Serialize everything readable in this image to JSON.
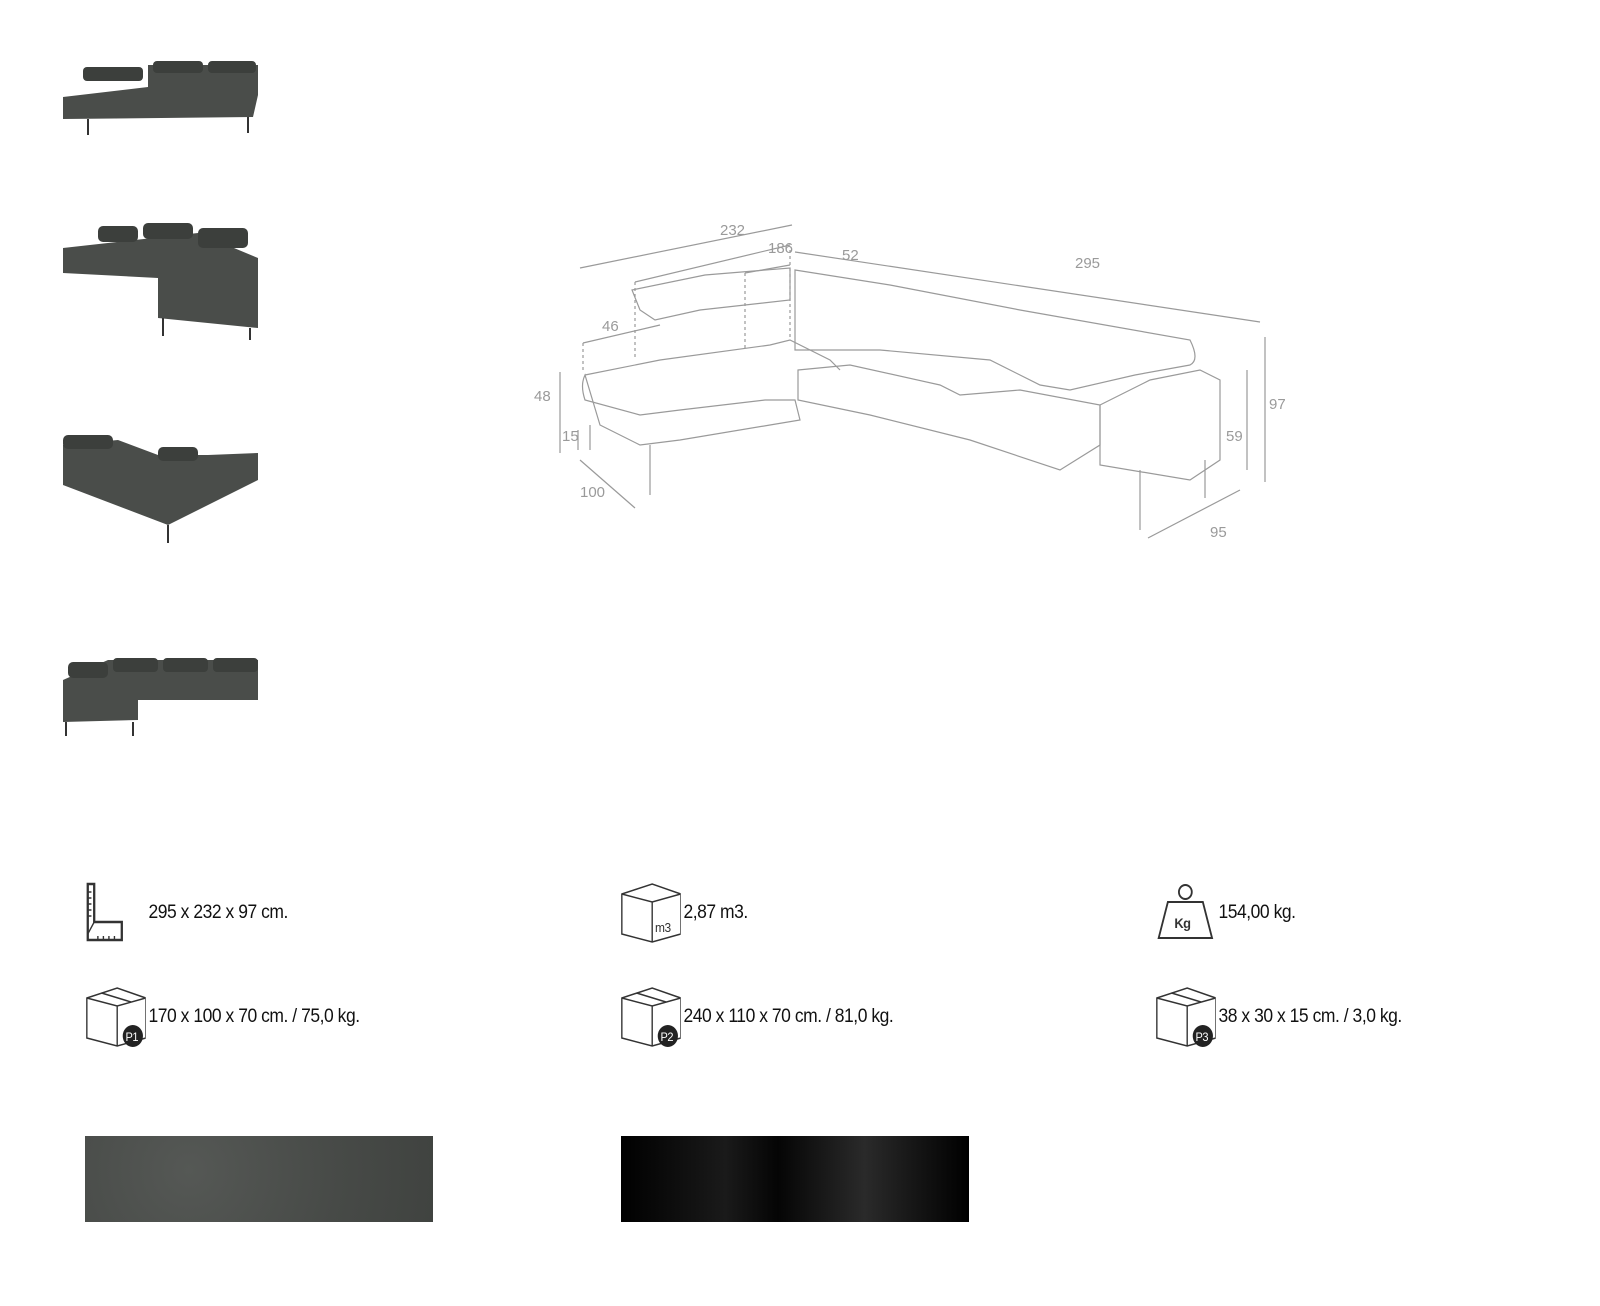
{
  "thumbnails": [
    {
      "label": "view-front-left"
    },
    {
      "label": "view-side"
    },
    {
      "label": "view-back"
    },
    {
      "label": "view-top-front"
    }
  ],
  "drawing": {
    "dimensions": {
      "total_width_left": "232",
      "inner_width": "186",
      "corner": "52",
      "total_width_right": "295",
      "headrest": "46",
      "seat_height": "48",
      "leg_height": "15",
      "depth_left": "100",
      "total_height": "97",
      "arm_height": "59",
      "depth_right": "95"
    }
  },
  "specs": {
    "dimensions": {
      "icon": "ruler-square-icon",
      "text": "295 x 232 x 97 cm."
    },
    "volume": {
      "icon": "box-m3-icon",
      "icon_label": "m3",
      "text": "2,87 m3."
    },
    "weight": {
      "icon": "weight-kg-icon",
      "icon_label": "Kg",
      "text": "154,00 kg."
    },
    "packages": [
      {
        "icon_label": "P1",
        "text": "170 x 100 x 70 cm. / 75,0 kg."
      },
      {
        "icon_label": "P2",
        "text": "240 x 110 x 70 cm. / 81,0 kg."
      },
      {
        "icon_label": "P3",
        "text": "38 x 30 x 15 cm. / 3,0 kg."
      }
    ]
  },
  "swatches": [
    {
      "name": "dark-grey-leather",
      "color": "#474a47"
    },
    {
      "name": "black-metal",
      "color": "#000000"
    }
  ]
}
